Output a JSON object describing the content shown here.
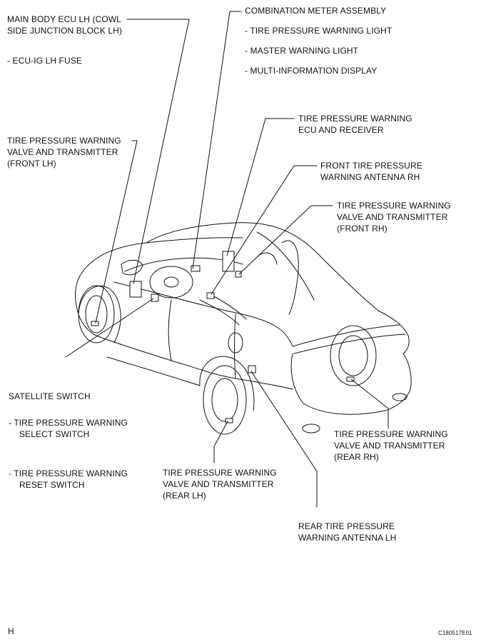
{
  "labels": {
    "main_body_ecu": [
      "MAIN BODY ECU LH (COWL",
      "SIDE JUNCTION BLOCK LH)"
    ],
    "ecu_ig_fuse": "- ECU-IG LH FUSE",
    "combination_meter": "COMBINATION METER ASSEMBLY",
    "tpw_light": "- TIRE PRESSURE WARNING LIGHT",
    "master_warning_light": "- MASTER WARNING LIGHT",
    "multi_info_display": "- MULTI-INFORMATION DISPLAY",
    "tpw_ecu_receiver": [
      "TIRE PRESSURE WARNING",
      "ECU AND RECEIVER"
    ],
    "front_antenna_rh": [
      "FRONT TIRE PRESSURE",
      "WARNING ANTENNA RH"
    ],
    "valve_front_rh": [
      "TIRE PRESSURE WARNING",
      "VALVE AND TRANSMITTER",
      "(FRONT RH)"
    ],
    "valve_front_lh": [
      "TIRE PRESSURE WARNING",
      "VALVE AND TRANSMITTER",
      "(FRONT LH)"
    ],
    "satellite_switch": "SATELLITE SWITCH",
    "select_switch": [
      "-  TIRE PRESSURE WARNING",
      "SELECT SWITCH"
    ],
    "reset_switch": [
      "-  TIRE PRESSURE WARNING",
      "RESET SWITCH"
    ],
    "valve_rear_lh": [
      "TIRE PRESSURE WARNING",
      "VALVE AND TRANSMITTER",
      "(REAR LH)"
    ],
    "valve_rear_rh": [
      "TIRE PRESSURE WARNING",
      "VALVE AND TRANSMITTER",
      "(REAR RH)"
    ],
    "rear_antenna_lh": [
      "REAR TIRE PRESSURE",
      "WARNING ANTENNA LH"
    ],
    "corner_letter": "H",
    "figure_code": "C180517E01"
  },
  "colors": {
    "line": "#111111",
    "background": "#ffffff"
  }
}
